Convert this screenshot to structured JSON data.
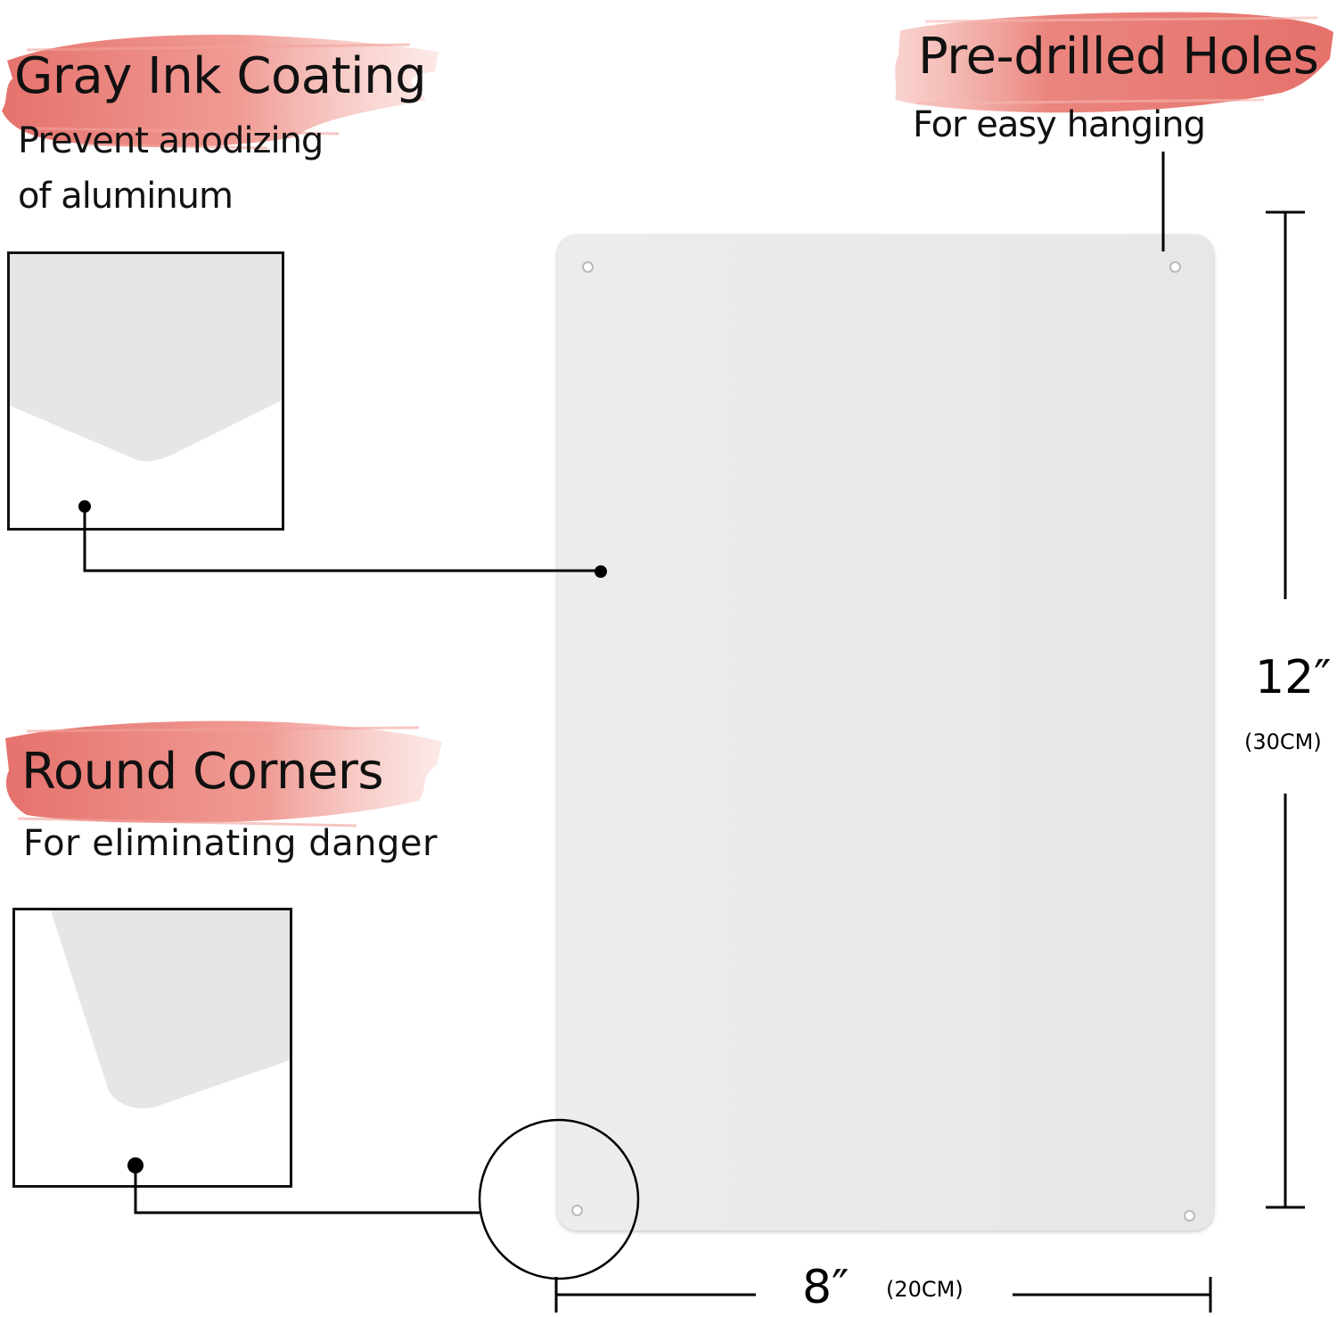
{
  "features": {
    "gray_ink": {
      "title": "Gray Ink Coating",
      "line1": "Prevent anodizing",
      "line2": "of aluminum"
    },
    "holes": {
      "title": "Pre-drilled Holes",
      "line1": "For easy hanging"
    },
    "corners": {
      "title": "Round Corners",
      "line1": "For eliminating danger"
    }
  },
  "dimensions": {
    "height_in": "12″",
    "height_cm": "(30CM)",
    "width_in": "8″",
    "width_cm": "(20CM)"
  },
  "colors": {
    "brush": "#e9776f",
    "plate": "#e9e9e9",
    "ink": "#111111"
  }
}
